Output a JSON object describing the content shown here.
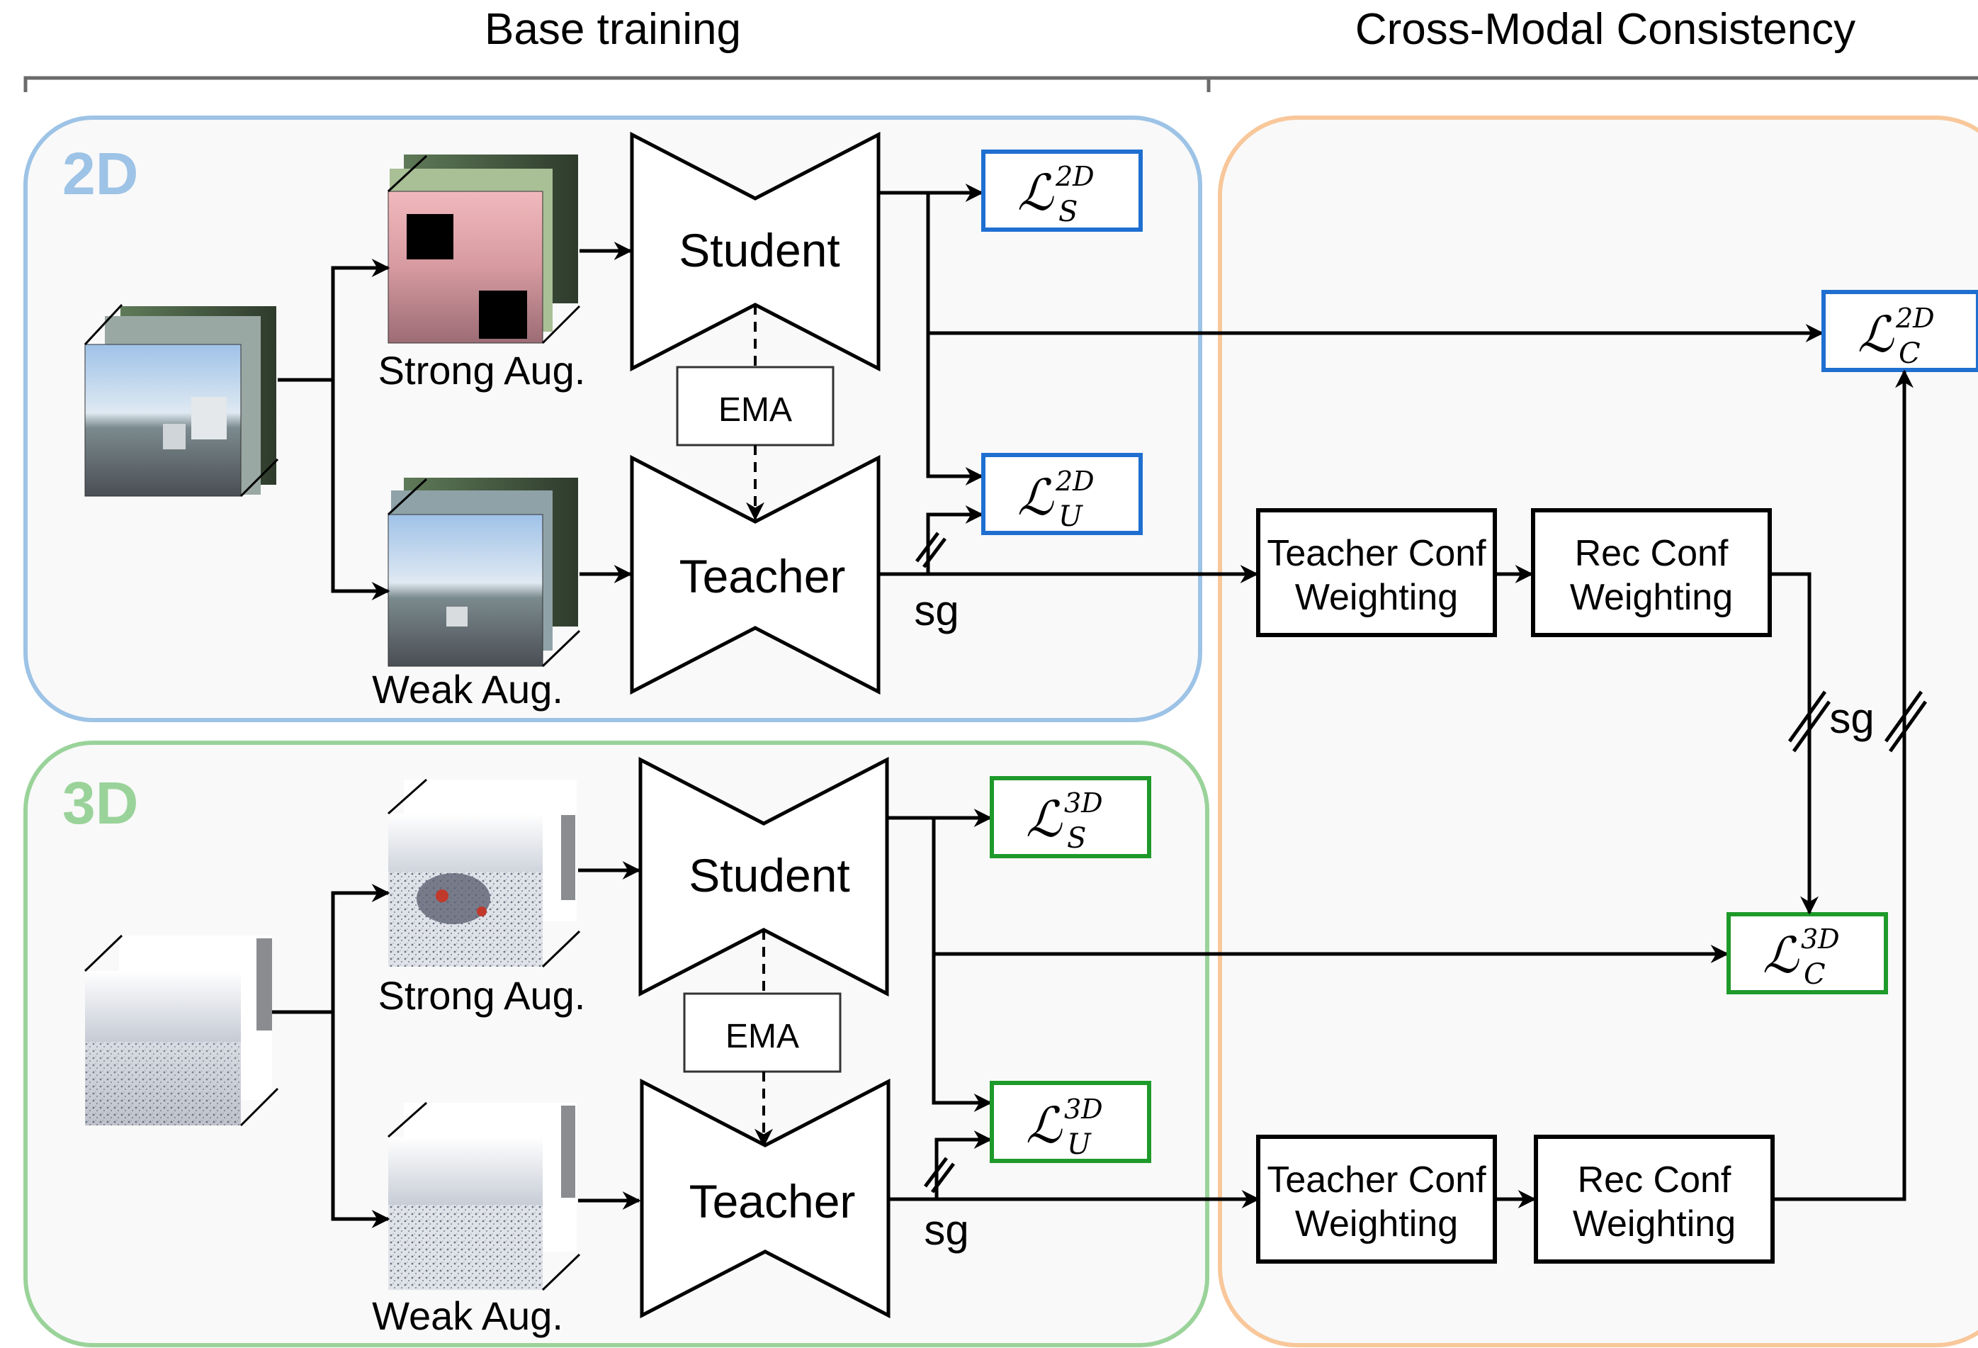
{
  "headers": {
    "base_training": "Base training",
    "cross_modal": "Cross-Modal Consistency"
  },
  "colors": {
    "panel_2d": "#9dc3e6",
    "panel_3d": "#9ad39a",
    "panel_cross": "#f8c79a",
    "panel_fill": "#f9f9f9",
    "loss_2d_border": "#1f6fd1",
    "loss_3d_border": "#1e9a2a",
    "tag_2d": "#9dc3e6",
    "tag_3d": "#9ad39a"
  },
  "panels": {
    "tag_2d": "2D",
    "tag_3d": "3D"
  },
  "row2d": {
    "strong_aug": "Strong Aug.",
    "weak_aug": "Weak Aug.",
    "student": "Student",
    "teacher": "Teacher",
    "ema": "EMA",
    "sg": "sg",
    "loss_s": {
      "base": "ℒ",
      "sup": "2D",
      "sub": "S"
    },
    "loss_u": {
      "base": "ℒ",
      "sup": "2D",
      "sub": "U"
    },
    "loss_c": {
      "base": "ℒ",
      "sup": "2D",
      "sub": "C"
    }
  },
  "row3d": {
    "strong_aug": "Strong Aug.",
    "weak_aug": "Weak Aug.",
    "student": "Student",
    "teacher": "Teacher",
    "ema": "EMA",
    "sg": "sg",
    "loss_s": {
      "base": "ℒ",
      "sup": "3D",
      "sub": "S"
    },
    "loss_u": {
      "base": "ℒ",
      "sup": "3D",
      "sub": "U"
    },
    "loss_c": {
      "base": "ℒ",
      "sup": "3D",
      "sub": "C"
    }
  },
  "cross": {
    "teacher_conf_2d": [
      "Teacher Conf",
      "Weighting"
    ],
    "rec_conf_2d": [
      "Rec Conf",
      "Weighting"
    ],
    "teacher_conf_3d": [
      "Teacher Conf",
      "Weighting"
    ],
    "rec_conf_3d": [
      "Rec Conf",
      "Weighting"
    ],
    "sg": "sg"
  }
}
